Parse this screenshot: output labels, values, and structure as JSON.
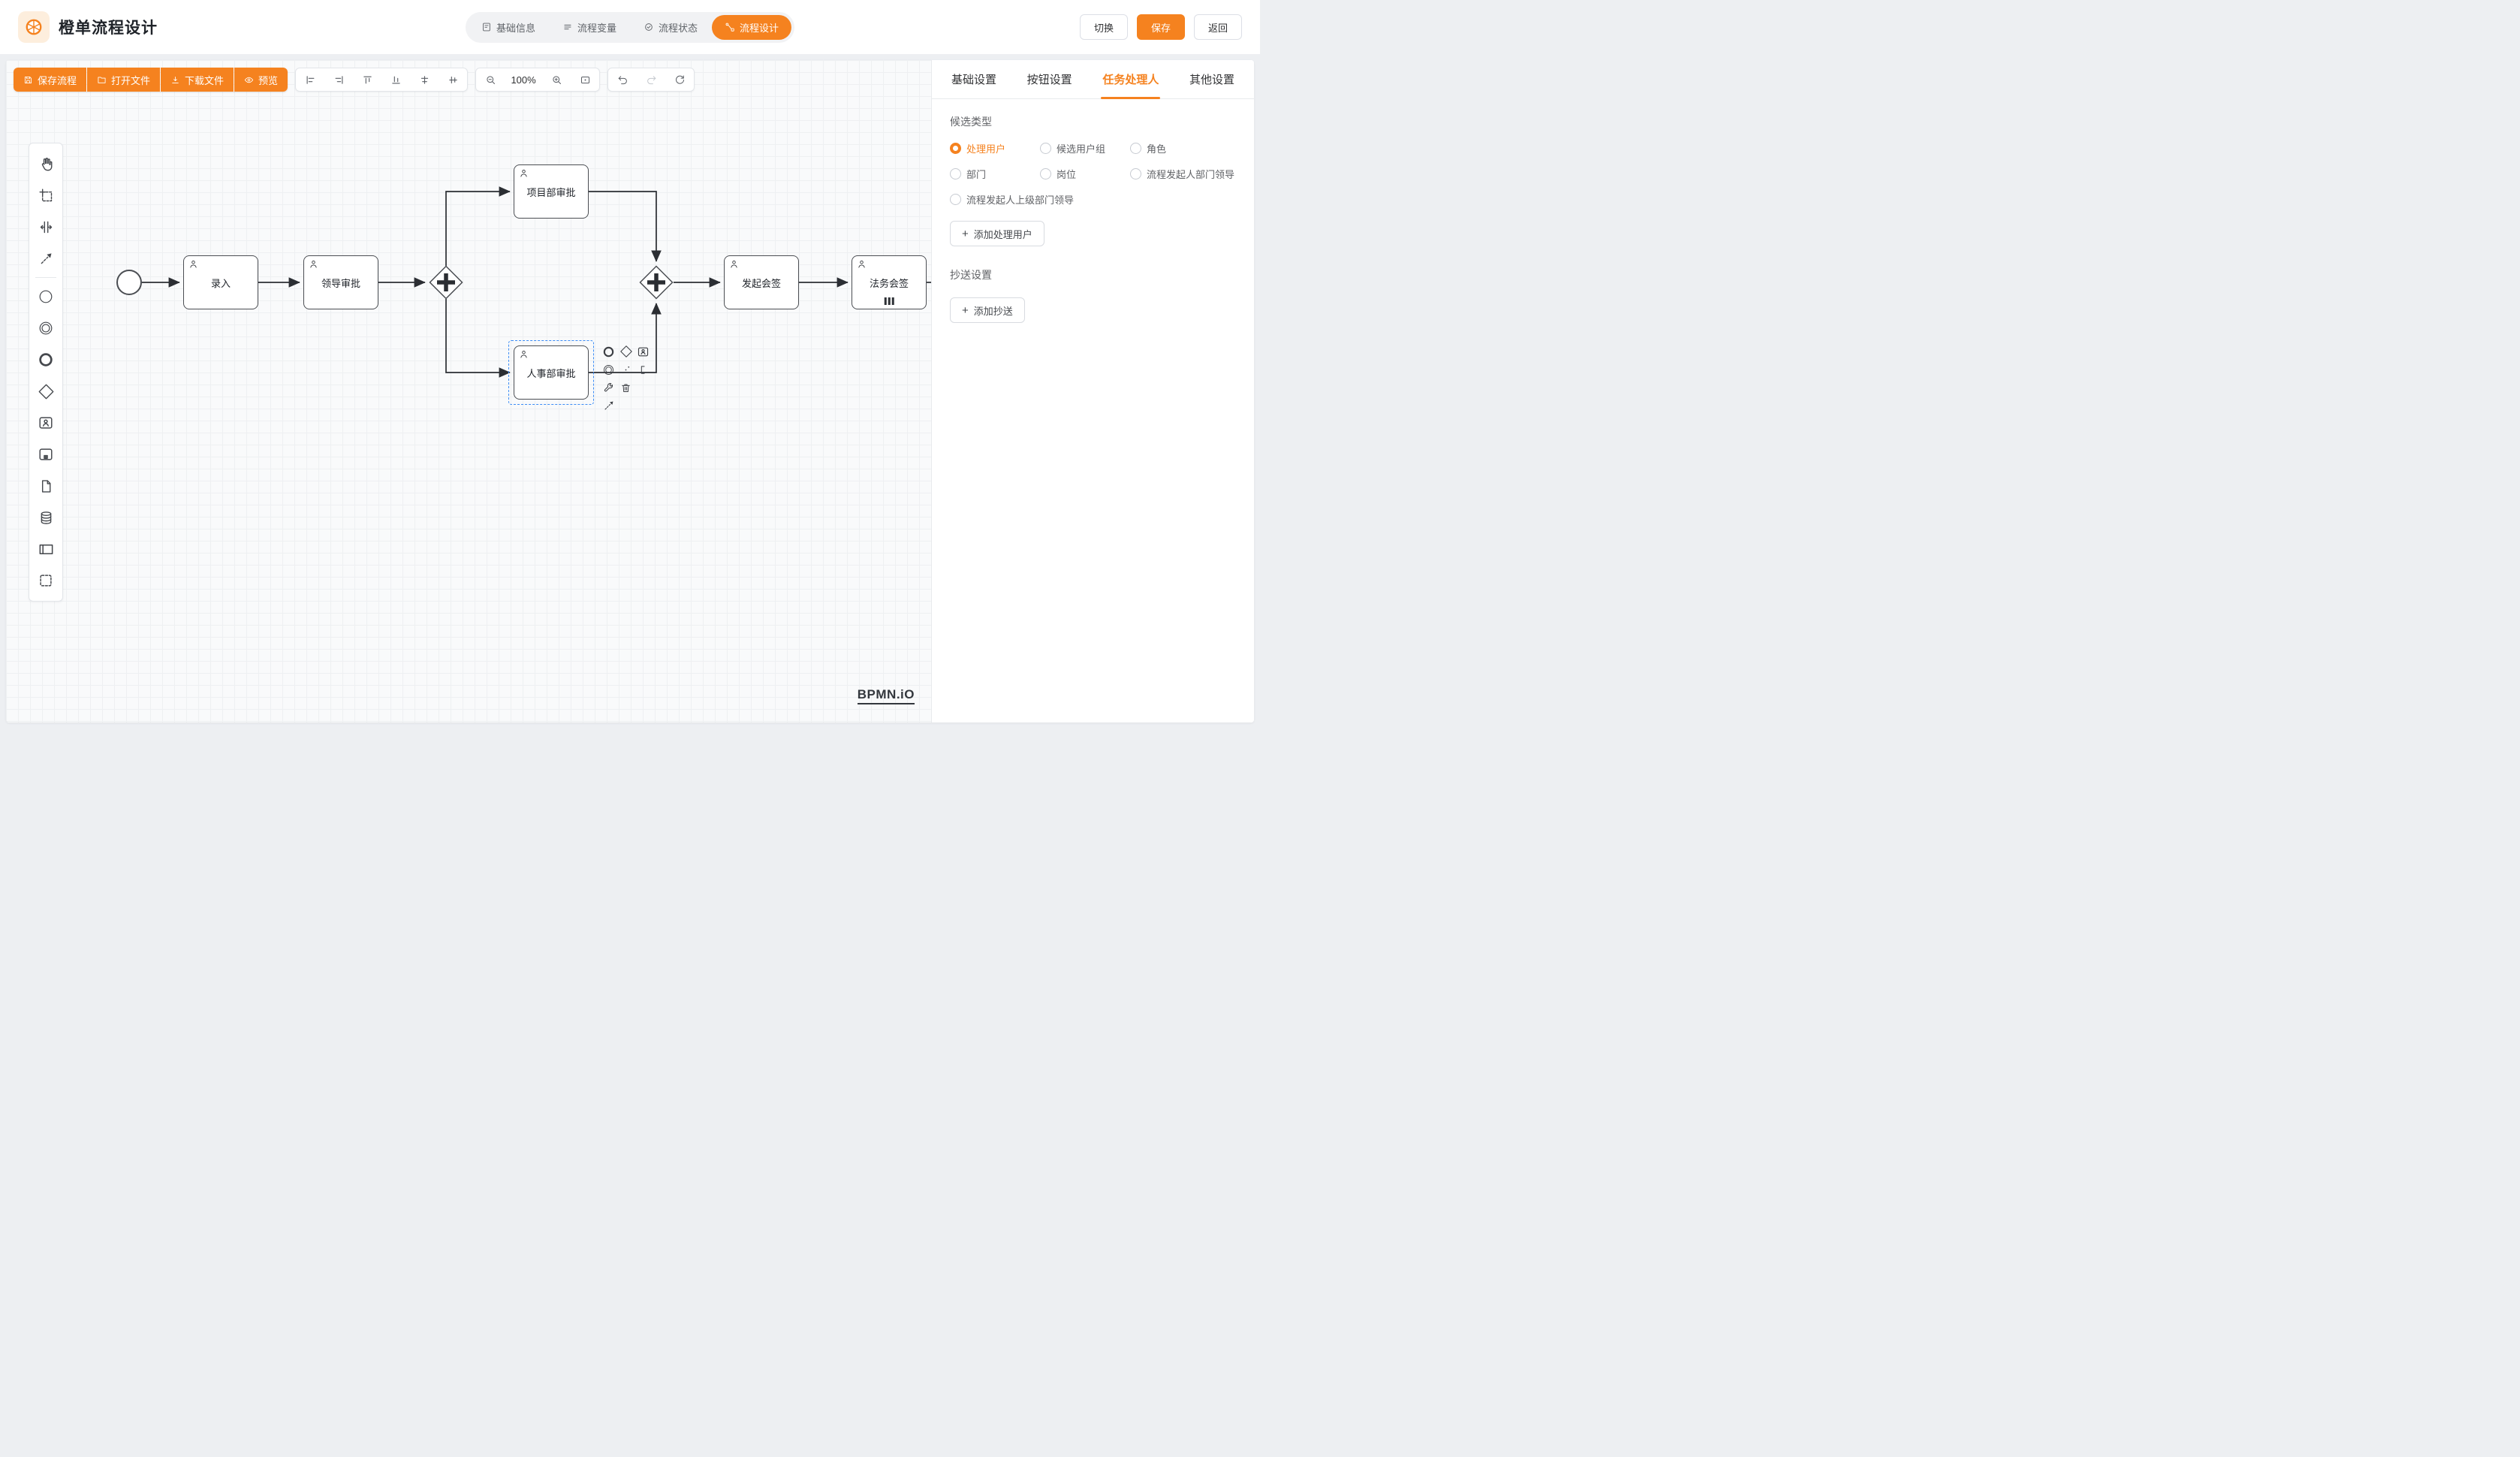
{
  "colors": {
    "accent": "#f5821f",
    "selection": "#3d8df5"
  },
  "header": {
    "title": "橙单流程设计",
    "logo_icon": "orange-slice-icon",
    "nav": [
      {
        "label": "基础信息",
        "icon": "form-icon",
        "active": false
      },
      {
        "label": "流程变量",
        "icon": "variables-icon",
        "active": false
      },
      {
        "label": "流程状态",
        "icon": "status-icon",
        "active": false
      },
      {
        "label": "流程设计",
        "icon": "design-icon",
        "active": true
      }
    ],
    "actions": [
      {
        "label": "切换",
        "primary": false
      },
      {
        "label": "保存",
        "primary": true
      },
      {
        "label": "返回",
        "primary": false
      }
    ]
  },
  "canvas_toolbar": {
    "file_buttons": [
      {
        "label": "保存流程",
        "icon": "save-icon"
      },
      {
        "label": "打开文件",
        "icon": "folder-icon"
      },
      {
        "label": "下载文件",
        "icon": "download-icon"
      },
      {
        "label": "预览",
        "icon": "eye-icon"
      }
    ],
    "align_tools": [
      "align-left",
      "align-right",
      "align-top",
      "align-bottom",
      "align-center-h",
      "align-middle-v"
    ],
    "zoom_level": "100%",
    "history_tools": [
      "undo",
      "redo",
      "refresh"
    ]
  },
  "palette": [
    "hand-tool",
    "lasso-tool",
    "space-tool",
    "global-connect-tool",
    "start-event",
    "intermediate-event",
    "end-event",
    "gateway",
    "user-task",
    "subprocess",
    "data-object",
    "data-store",
    "participant",
    "group"
  ],
  "diagram": {
    "watermark": "BPMN.iO",
    "nodes": [
      {
        "id": "start",
        "type": "start-event"
      },
      {
        "id": "task-entry",
        "type": "user-task",
        "label": "录入"
      },
      {
        "id": "task-leader",
        "type": "user-task",
        "label": "领导审批"
      },
      {
        "id": "gateway-split",
        "type": "parallel-gateway"
      },
      {
        "id": "task-project",
        "type": "user-task",
        "label": "项目部审批"
      },
      {
        "id": "task-hr",
        "type": "user-task",
        "label": "人事部审批",
        "selected": true
      },
      {
        "id": "gateway-join",
        "type": "parallel-gateway"
      },
      {
        "id": "task-countersign",
        "type": "user-task",
        "label": "发起会签"
      },
      {
        "id": "task-legal",
        "type": "user-task",
        "label": "法务会签",
        "multi_instance": true
      }
    ]
  },
  "panel": {
    "tabs": [
      {
        "label": "基础设置",
        "active": false
      },
      {
        "label": "按钮设置",
        "active": false
      },
      {
        "label": "任务处理人",
        "active": true
      },
      {
        "label": "其他设置",
        "active": false
      }
    ],
    "candidate": {
      "title": "候选类型",
      "options": [
        {
          "label": "处理用户",
          "checked": true
        },
        {
          "label": "候选用户组",
          "checked": false
        },
        {
          "label": "角色",
          "checked": false
        },
        {
          "label": "部门",
          "checked": false
        },
        {
          "label": "岗位",
          "checked": false
        },
        {
          "label": "流程发起人部门领导",
          "checked": false
        },
        {
          "label": "流程发起人上级部门领导",
          "checked": false
        }
      ],
      "add_label": "添加处理用户"
    },
    "cc": {
      "title": "抄送设置",
      "add_label": "添加抄送"
    }
  }
}
